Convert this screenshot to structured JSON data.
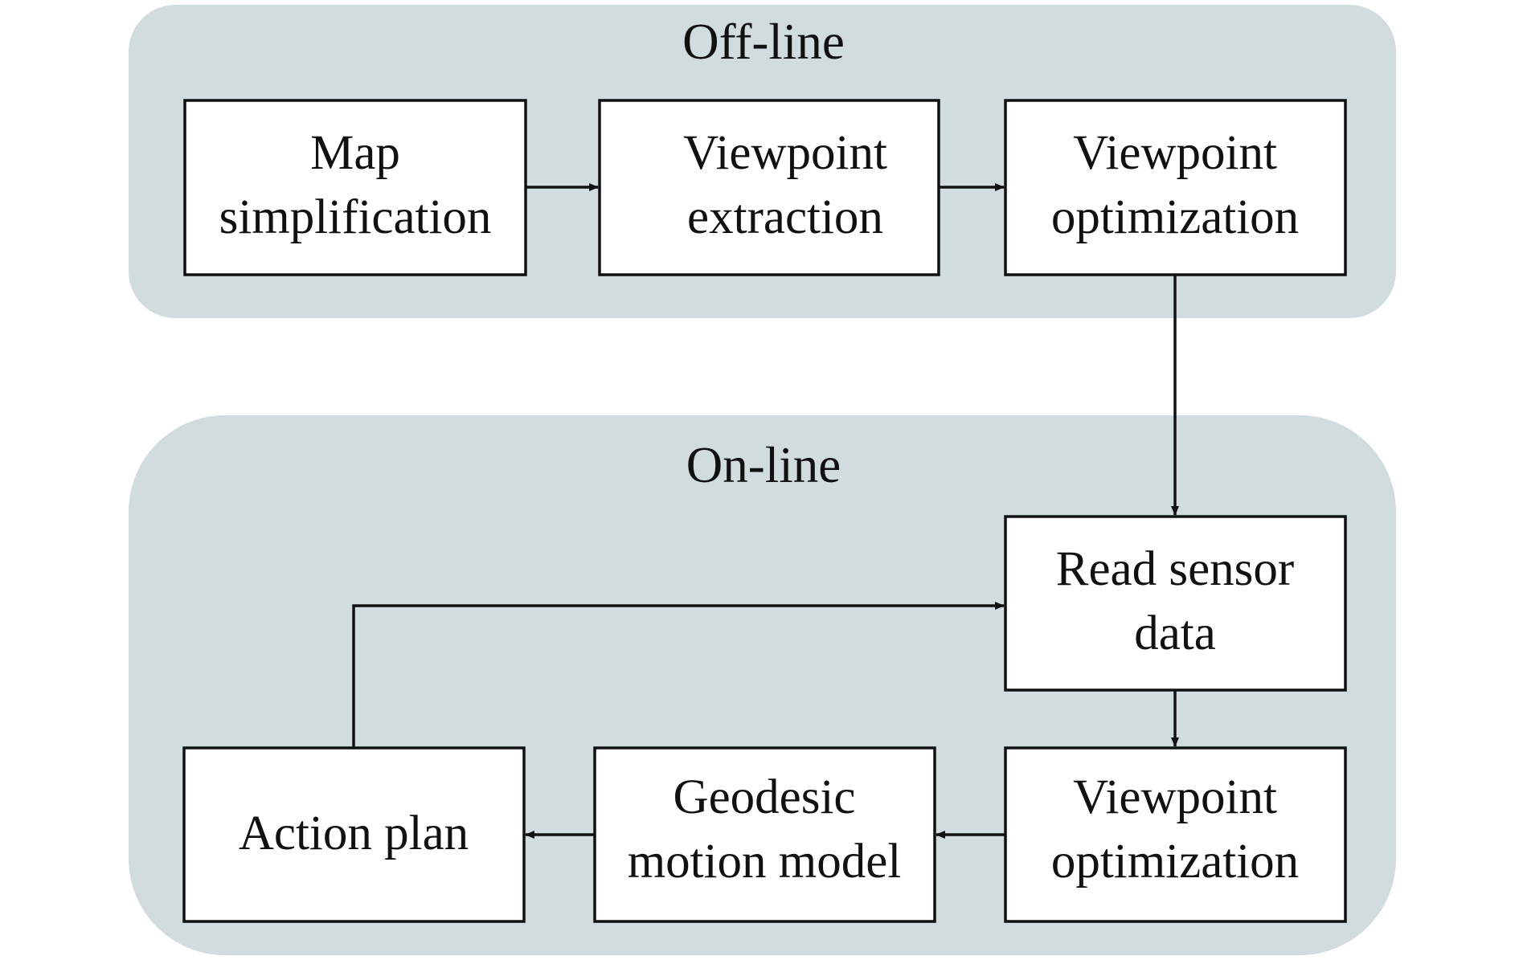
{
  "colors": {
    "panel_fill": "#d0dcde",
    "box_fill": "#ffffff",
    "line": "#111111"
  },
  "panels": {
    "offline": {
      "title": "Off-line"
    },
    "online": {
      "title": "On-line"
    }
  },
  "nodes": {
    "map_simplification": {
      "line1": "Map",
      "line2": "simplification"
    },
    "viewpoint_extraction": {
      "line1": "Viewpoint",
      "line2": "extraction"
    },
    "viewpoint_optimization_offline": {
      "line1": "Viewpoint",
      "line2": "optimization"
    },
    "read_sensor_data": {
      "line1": "Read sensor",
      "line2": "data"
    },
    "viewpoint_optimization_online": {
      "line1": "Viewpoint",
      "line2": "optimization"
    },
    "geodesic_motion_model": {
      "line1": "Geodesic",
      "line2": "motion model"
    },
    "action_plan": {
      "line1": "Action plan"
    }
  },
  "edges": [
    {
      "from": "map_simplification",
      "to": "viewpoint_extraction"
    },
    {
      "from": "viewpoint_extraction",
      "to": "viewpoint_optimization_offline"
    },
    {
      "from": "viewpoint_optimization_offline",
      "to": "read_sensor_data"
    },
    {
      "from": "read_sensor_data",
      "to": "viewpoint_optimization_online"
    },
    {
      "from": "viewpoint_optimization_online",
      "to": "geodesic_motion_model"
    },
    {
      "from": "geodesic_motion_model",
      "to": "action_plan"
    },
    {
      "from": "action_plan",
      "to": "read_sensor_data"
    }
  ]
}
